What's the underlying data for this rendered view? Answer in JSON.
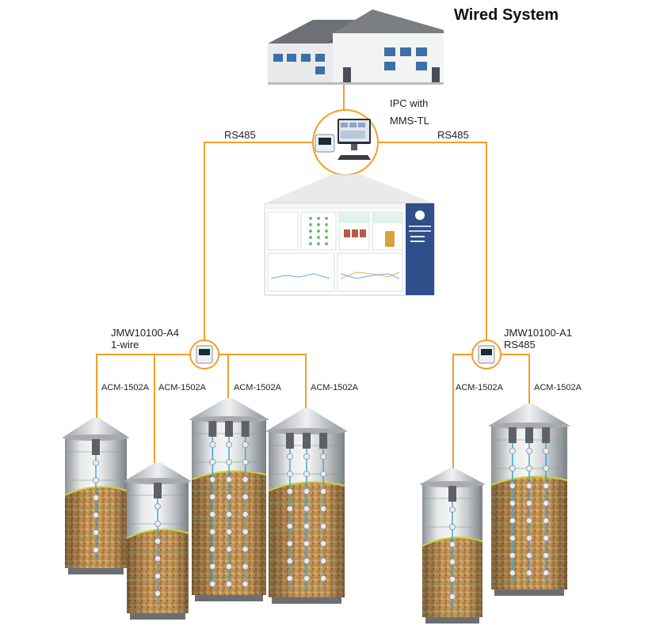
{
  "title": "Wired System",
  "ipc": {
    "line1": "IPC with",
    "line2": "MMS-TL"
  },
  "bus_left": "RS485",
  "bus_right": "RS485",
  "node_left": {
    "name": "JMW10100-A4",
    "protocol": "1-wire"
  },
  "node_right": {
    "name": "JMW10100-A1",
    "protocol": "RS485"
  },
  "sensors_left": [
    "ACM-1502A",
    "ACM-1502A",
    "ACM-1502A",
    "ACM-1502A"
  ],
  "sensors_right": [
    "ACM-1502A",
    "ACM-1502A"
  ],
  "colors": {
    "wire": "#f0a028",
    "silo_metal": "#c9ccd0",
    "grain": "#c89a5e",
    "dashboard_sidebar": "#2f4f8a",
    "sensor_cable": "#3aa9e0"
  },
  "icons": [
    "building-icon",
    "ipc-computer-icon",
    "controller-icon",
    "silo-icon",
    "dashboard-screenshot"
  ]
}
